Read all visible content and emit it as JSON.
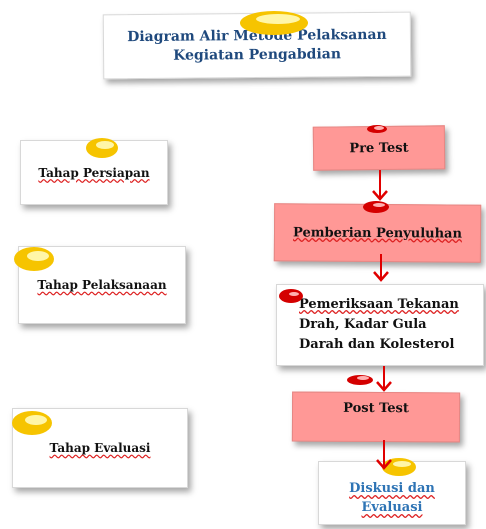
{
  "title": {
    "line1": "Diagram Alir Metode Pelaksanan",
    "line2": "Kegiatan Pengabdian"
  },
  "stages": [
    "Tahap Persiapan",
    "Tahap Pelaksanaan",
    "Tahap Evaluasi"
  ],
  "flow": {
    "pre_test": "Pre Test",
    "penyuluhan": "Pemberian Penyuluhan",
    "pemeriksaan": [
      "Pemeriksaan Tekanan",
      "Drah, Kadar Gula",
      "Darah dan Kolesterol"
    ],
    "post_test": "Post Test",
    "diskusi": [
      "Diskusi dan",
      "Evaluasi"
    ]
  },
  "colors": {
    "pink": "#ff9896",
    "arrow": "#e00000",
    "title_text": "#1f497d",
    "final_text": "#2e74b5",
    "pin_yellow": "#f6c400",
    "pin_red": "#d40000"
  }
}
